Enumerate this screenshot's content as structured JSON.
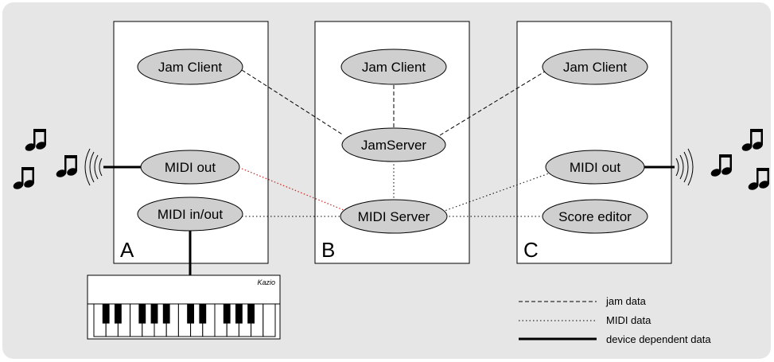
{
  "colors": {
    "background_panel": "#e6e6e6",
    "box_fill": "#ffffff",
    "node_fill": "#cfcfcf",
    "midi_highlight": "#cc2222"
  },
  "machines": [
    {
      "label": "A"
    },
    {
      "label": "B"
    },
    {
      "label": "C"
    }
  ],
  "nodes": {
    "jam_client_a": "Jam Client",
    "midi_out_a": "MIDI out",
    "midi_inout_a": "MIDI in/out",
    "jam_client_b": "Jam Client",
    "jam_server": "JamServer",
    "midi_server": "MIDI Server",
    "jam_client_c": "Jam Client",
    "midi_out_c": "MIDI out",
    "score_editor": "Score editor"
  },
  "keyboard": {
    "brand": "Kazio",
    "white_keys": 15
  },
  "legend": [
    {
      "style": "dashed",
      "label": "jam data"
    },
    {
      "style": "dotted",
      "label": "MIDI data"
    },
    {
      "style": "solid",
      "label": "device dependent data"
    }
  ],
  "icons": [
    "music-note-icon",
    "sound-waves-icon"
  ]
}
